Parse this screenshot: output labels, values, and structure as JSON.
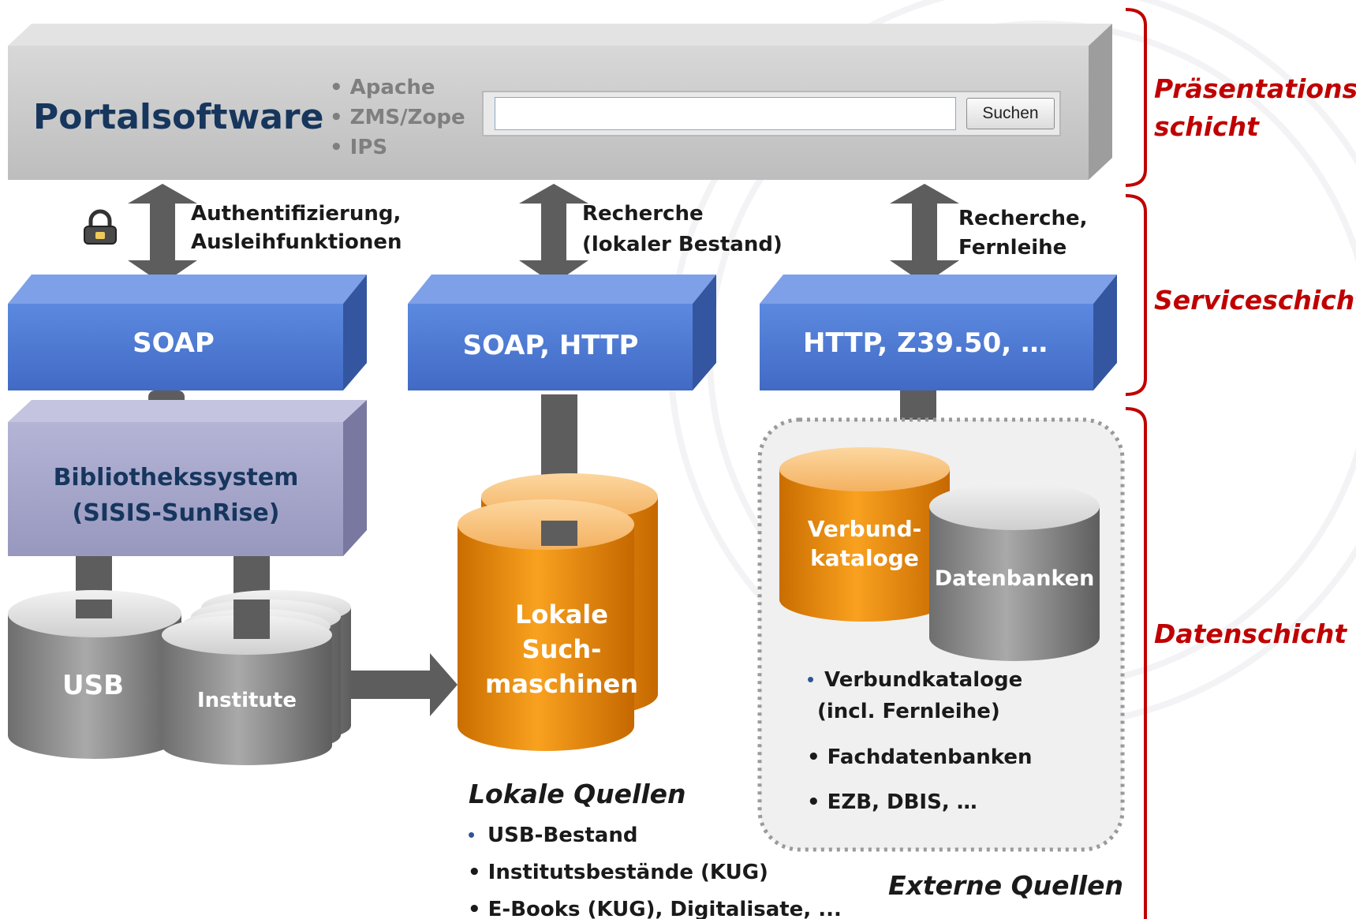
{
  "portal": {
    "title": "Portalsoftware",
    "components": [
      "• Apache",
      "• ZMS/Zope",
      "• IPS"
    ],
    "search_placeholder": "",
    "search_button": "Suchen"
  },
  "arrows": {
    "left": [
      "Authentifizierung,",
      "Ausleihfunktionen"
    ],
    "middle": [
      "Recherche",
      "(lokaler Bestand)"
    ],
    "right": [
      "Recherche,",
      "Fernleihe"
    ]
  },
  "services": {
    "left": "SOAP",
    "middle": "SOAP, HTTP",
    "right": "HTTP,  Z39.50, …"
  },
  "library_system": [
    "Bibliothekssystem",
    "(SISIS-SunRise)"
  ],
  "cylinders": {
    "usb": "USB",
    "institute": "Institute",
    "local_search": [
      "Lokale",
      "Such-",
      "maschinen"
    ],
    "union_catalogs": [
      "Verbund-",
      "kataloge"
    ],
    "databases": "Datenbanken"
  },
  "local_sources": {
    "title": "Lokale Quellen",
    "items": [
      "USB-Bestand",
      "• Institutsbestände (KUG)",
      "• E-Books (KUG), Digitalisate, ..."
    ]
  },
  "external_sources": {
    "title": "Externe Quellen",
    "items": [
      [
        "Verbundkataloge",
        "(incl. Fernleihe)"
      ],
      [
        "• Fachdatenbanken"
      ],
      [
        "• EZB, DBIS, …"
      ]
    ]
  },
  "layers": {
    "presentation": [
      "Präsentations-",
      "schicht"
    ],
    "service": "Serviceschicht",
    "data": "Datenschicht"
  },
  "colors": {
    "portal_bar": "#c7c7c7",
    "service_blue": "#4f7bd4",
    "library_purple": "#a2a2c7",
    "orange": "#ed8e0c",
    "gray_cylinder": "#8a8a8a",
    "arrow": "#5d5d5d",
    "layer_red": "#c00000",
    "title_teal": "#17365d"
  }
}
